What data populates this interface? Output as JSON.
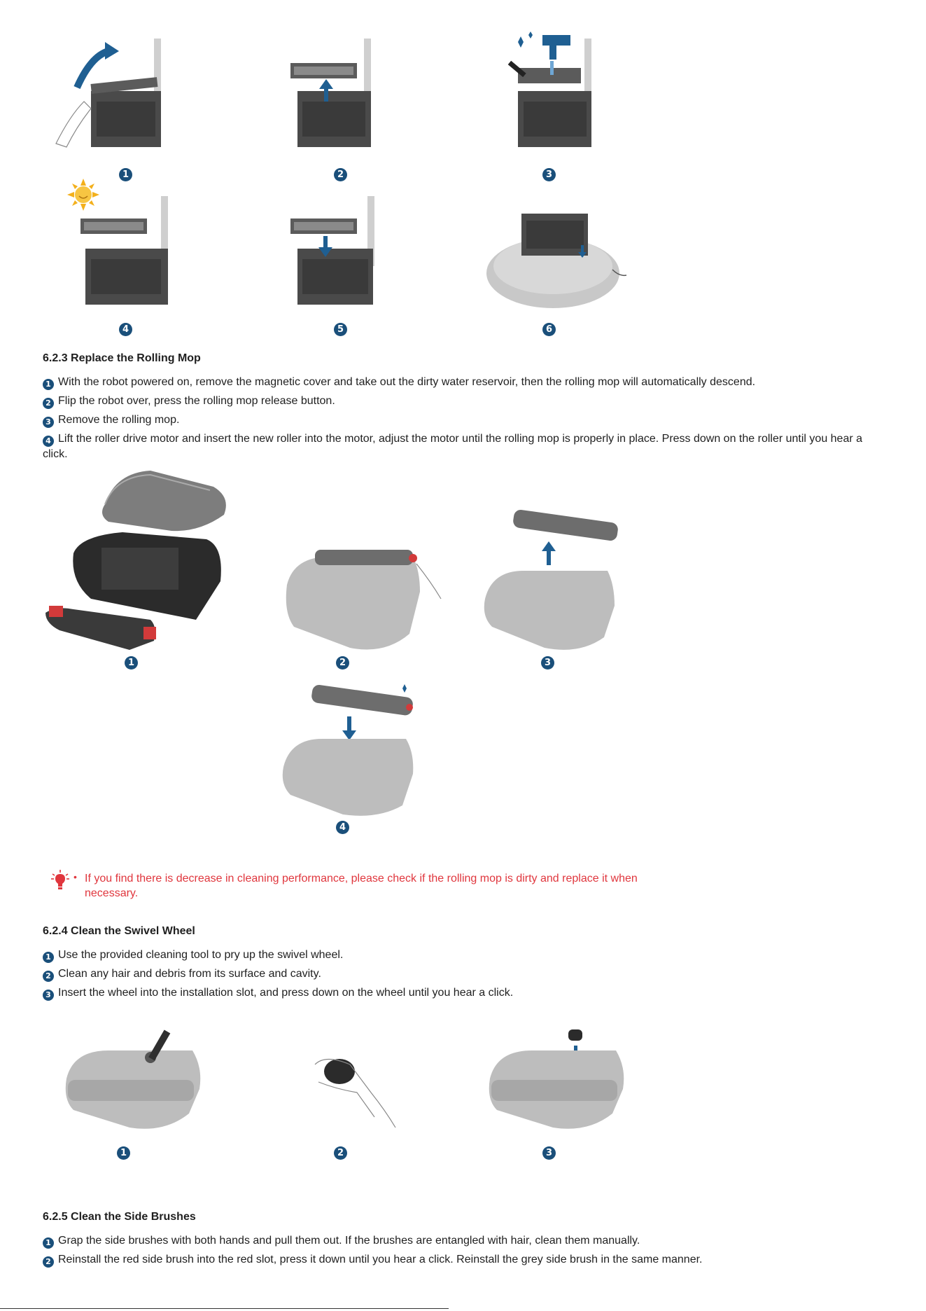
{
  "badges_top": [
    "1",
    "2",
    "3",
    "4",
    "5",
    "6"
  ],
  "sections": {
    "s623": {
      "title": "6.2.3 Replace the Rolling Mop",
      "steps": [
        {
          "num": "1",
          "text": "With the robot powered on, remove the magnetic cover and take out the dirty water reservoir, then the rolling mop will automatically descend."
        },
        {
          "num": "2",
          "text": "Flip the robot over, press the rolling mop release button."
        },
        {
          "num": "3",
          "text": "Remove the rolling mop."
        },
        {
          "num": "4",
          "text": "Lift the roller drive motor and insert the new roller into the motor, adjust the motor until the rolling mop is properly in place. Press down on the roller until you hear a click."
        }
      ],
      "badges": [
        "1",
        "2",
        "3",
        "4"
      ]
    },
    "tip": {
      "bullet": "•",
      "text": "If you find there is decrease in cleaning performance, please check if the rolling mop is dirty and replace it when necessary."
    },
    "s624": {
      "title": "6.2.4 Clean the Swivel Wheel",
      "steps": [
        {
          "num": "1",
          "text": "Use the provided cleaning tool to pry up the swivel wheel."
        },
        {
          "num": "2",
          "text": "Clean any hair and debris from its surface and cavity."
        },
        {
          "num": "3",
          "text": "Insert the wheel into the installation slot, and press down on the wheel until you hear a click."
        }
      ],
      "badges": [
        "1",
        "2",
        "3"
      ]
    },
    "s625": {
      "title": "6.2.5 Clean the Side Brushes",
      "steps": [
        {
          "num": "1",
          "text": "Grap the side brushes with both hands and pull them out. If the brushes are entangled with hair, clean them manually."
        },
        {
          "num": "2",
          "text": "Reinstall the red side brush into the red slot, press it down until you hear a click. Reinstall the grey side brush in the same manner."
        }
      ]
    }
  },
  "colors": {
    "badge": "#1a4f7a",
    "tip": "#e0363d",
    "arrow": "#1f5f92"
  }
}
